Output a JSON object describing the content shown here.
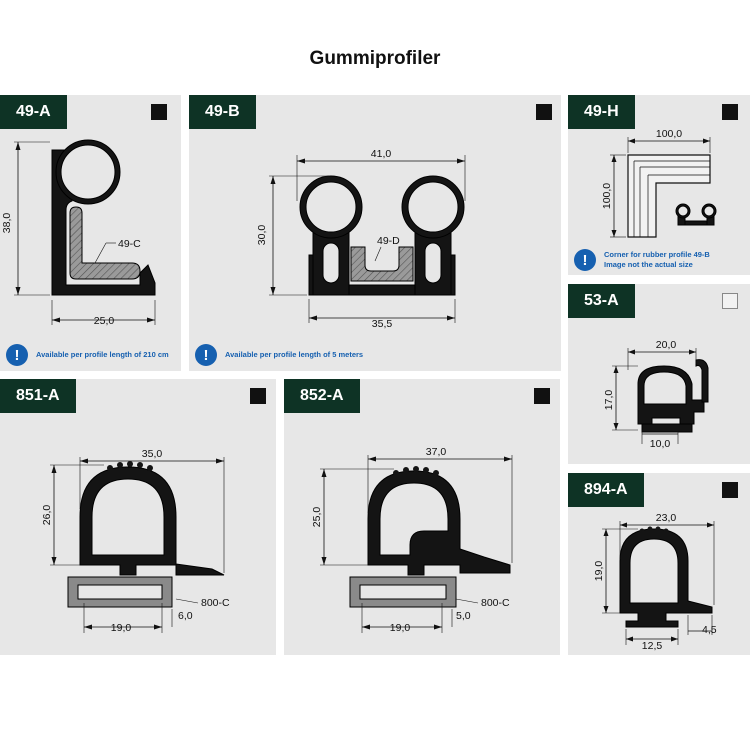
{
  "page": {
    "title": "Gummiprofiler"
  },
  "colors": {
    "header_bg": "#0e3325",
    "panel_bg": "#e7e7e7",
    "info_blue": "#1660b0",
    "rubber": "#141414"
  },
  "panels": {
    "p49a": {
      "code": "49-A",
      "color_swatch": "black",
      "dims": {
        "height": "38,0",
        "width": "25,0"
      },
      "callout": "49-C",
      "note": "Available per profile length of 210 cm"
    },
    "p49b": {
      "code": "49-B",
      "color_swatch": "black",
      "dims": {
        "top": "41,0",
        "height": "30,0",
        "bottom": "35,5"
      },
      "callout": "49-D",
      "note": "Available per profile length of 5 meters"
    },
    "p49h": {
      "code": "49-H",
      "color_swatch": "black",
      "dims": {
        "width": "100,0",
        "height": "100,0"
      },
      "note_line1": "Corner for rubber profile 49-B",
      "note_line2": "Image not the actual size"
    },
    "p53a": {
      "code": "53-A",
      "color_swatch": "white",
      "dims": {
        "width": "20,0",
        "height": "17,0",
        "base": "10,0"
      }
    },
    "p851a": {
      "code": "851-A",
      "color_swatch": "black",
      "dims": {
        "width": "35,0",
        "height": "26,0",
        "slot": "19,0",
        "lip": "6,0"
      },
      "callout": "800-C"
    },
    "p852a": {
      "code": "852-A",
      "color_swatch": "black",
      "dims": {
        "width": "37,0",
        "height": "25,0",
        "slot": "19,0",
        "lip": "5,0"
      },
      "callout": "800-C"
    },
    "p894a": {
      "code": "894-A",
      "color_swatch": "black",
      "dims": {
        "width": "23,0",
        "height": "19,0",
        "base": "12,5",
        "lip": "4,5"
      }
    }
  }
}
